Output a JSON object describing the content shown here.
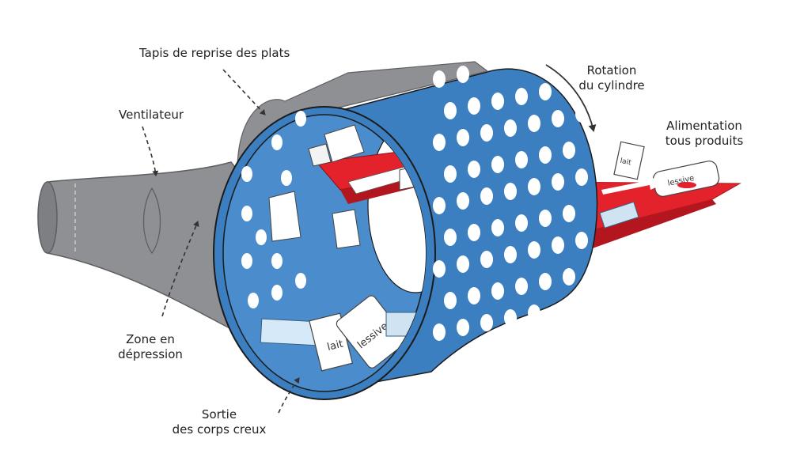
{
  "labels": {
    "tapis": "Tapis de reprise des plats",
    "ventilateur": "Ventilateur",
    "rotation": "Rotation\ndu cylindre",
    "alimentation": "Alimentation\ntous produits",
    "zone": "Zone en\ndépression",
    "sortie": "Sortie\ndes corps creux"
  },
  "product_marks": {
    "lait_inside": "lait",
    "lessive_inside": "lessive",
    "lait_feed": "lait",
    "lessive_feed": "lessive"
  },
  "colors": {
    "cylinder": "#3b7fc0",
    "holes": "#ffffff",
    "duct": "#8f9093",
    "duct_edge": "#5e5f62",
    "conveyor": "#e3222b",
    "outline": "#1b1b1b",
    "arrow": "#333333"
  },
  "icons": {
    "arrows": "dashed-pointer-arrow",
    "rotation": "curved-rotation-arrow",
    "feed": "solid-feed-arrow"
  }
}
